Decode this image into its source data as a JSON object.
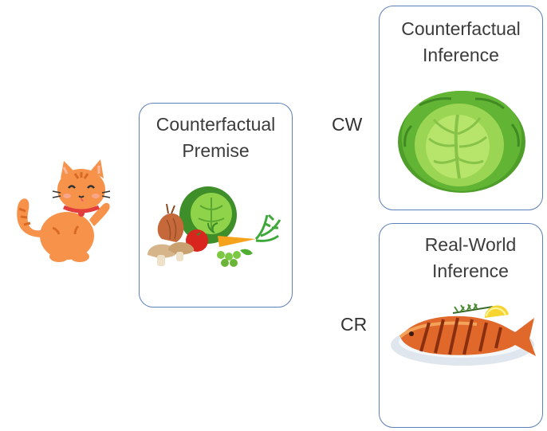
{
  "premise": {
    "line1": "Counterfactual",
    "line2": "Premise"
  },
  "cf_inference": {
    "line1": "Counterfactual",
    "line2": "Inference"
  },
  "rw_inference": {
    "line1": "Real-World",
    "line2": "Inference"
  },
  "labels": {
    "cw": "CW",
    "cr": "CR"
  },
  "icons": {
    "cat": "cat-icon",
    "vegetables": "vegetables-icon",
    "cabbage": "cabbage-icon",
    "fish": "grilled-fish-icon"
  },
  "colors": {
    "border": "#5b7fb8",
    "cat": "#f7924a",
    "cabbage": "#7cc843",
    "fish": "#e0682a"
  }
}
